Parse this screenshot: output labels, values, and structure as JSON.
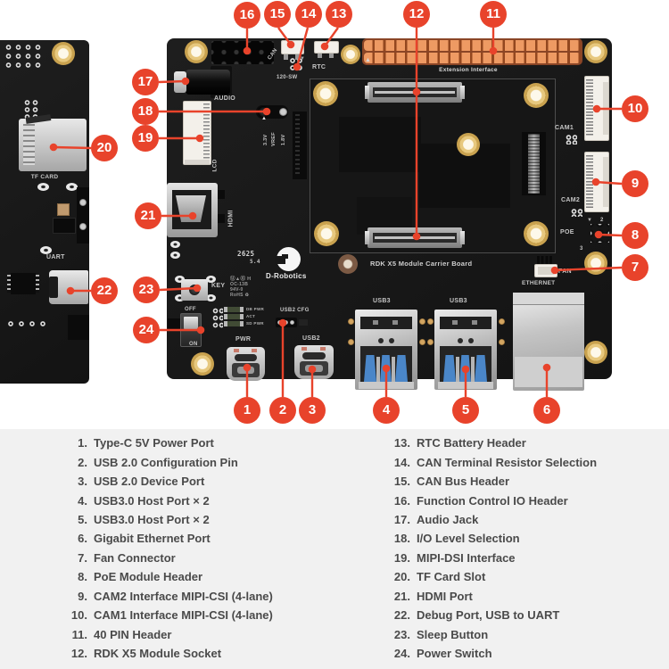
{
  "colors": {
    "accent_red": "#e8432b",
    "board_black": "#181818",
    "header_orange": "#ee9a63",
    "gold": "#c9a24f",
    "usb_blue": "#4a86c8",
    "legend_bg": "#f1f1f1",
    "legend_text": "#4a4a4a"
  },
  "board": {
    "title": "RDK X5 Module Carrier Board",
    "brand": "D-Robotics",
    "silkscreen": {
      "code": "2625",
      "rev": "5.4",
      "can": "CAN",
      "rtc": "RTC",
      "term": "120-SW",
      "audio": "AUDIO",
      "v33": "3.3V",
      "vref": "VREF",
      "v18": "1.8V",
      "lcd": "LCD",
      "hdmi": "HDMI",
      "key": "KEY",
      "off": "OFF",
      "on": "ON",
      "led1": "DB PWR",
      "led2": "ACT",
      "led3": "SD PWR",
      "usb2cfg": "USB2 CFG",
      "pwr": "PWR",
      "usb2": "USB2",
      "usb3_left": "USB3",
      "usb3_right": "USB3",
      "ethernet": "ETHERNET",
      "fan": "FAN",
      "cam1": "CAM1",
      "cam2": "CAM2",
      "poe": "POE",
      "poe_pin2": "2",
      "poe_pin3": "3",
      "extension": "Extension Interface",
      "cert0": "Ⓤ▲Ⓖ H",
      "cert1": "OC-13B",
      "cert2": "94V-0",
      "cert3": "RoHS ♻",
      "tri_down": "▼",
      "tri_up": "▲"
    },
    "left_board": {
      "tf": "TF CARD",
      "uart": "UART"
    }
  },
  "callouts": [
    {
      "num": "1"
    },
    {
      "num": "2"
    },
    {
      "num": "3"
    },
    {
      "num": "4"
    },
    {
      "num": "5"
    },
    {
      "num": "6"
    },
    {
      "num": "7"
    },
    {
      "num": "8"
    },
    {
      "num": "9"
    },
    {
      "num": "10"
    },
    {
      "num": "11"
    },
    {
      "num": "12"
    },
    {
      "num": "13"
    },
    {
      "num": "14"
    },
    {
      "num": "15"
    },
    {
      "num": "16"
    },
    {
      "num": "17"
    },
    {
      "num": "18"
    },
    {
      "num": "19"
    },
    {
      "num": "20"
    },
    {
      "num": "21"
    },
    {
      "num": "22"
    },
    {
      "num": "23"
    },
    {
      "num": "24"
    }
  ],
  "legend": {
    "left": [
      {
        "num": "1.",
        "label": "Type-C 5V Power Port"
      },
      {
        "num": "2.",
        "label": "USB 2.0 Configuration Pin"
      },
      {
        "num": "3.",
        "label": "USB 2.0 Device Port"
      },
      {
        "num": "4.",
        "label": "USB3.0 Host Port × 2"
      },
      {
        "num": "5.",
        "label": "USB3.0 Host Port × 2"
      },
      {
        "num": "6.",
        "label": "Gigabit Ethernet Port"
      },
      {
        "num": "7.",
        "label": "Fan Connector"
      },
      {
        "num": "8.",
        "label": "PoE Module Header"
      },
      {
        "num": "9.",
        "label": "CAM2 Interface MIPI-CSI (4-lane)"
      },
      {
        "num": "10.",
        "label": "CAM1 Interface MIPI-CSI (4-lane)"
      },
      {
        "num": "11.",
        "label": "40 PIN Header"
      },
      {
        "num": "12.",
        "label": "RDK X5 Module Socket"
      }
    ],
    "right": [
      {
        "num": "13.",
        "label": "RTC Battery Header"
      },
      {
        "num": "14.",
        "label": "CAN Terminal Resistor Selection"
      },
      {
        "num": "15.",
        "label": "CAN Bus Header"
      },
      {
        "num": "16.",
        "label": "Function Control IO Header"
      },
      {
        "num": "17.",
        "label": "Audio Jack"
      },
      {
        "num": "18.",
        "label": "I/O Level Selection"
      },
      {
        "num": "19.",
        "label": "MIPI-DSI Interface"
      },
      {
        "num": "20.",
        "label": "TF Card Slot"
      },
      {
        "num": "21.",
        "label": "HDMI Port"
      },
      {
        "num": "22.",
        "label": "Debug Port, USB to UART"
      },
      {
        "num": "23.",
        "label": "Sleep Button"
      },
      {
        "num": "24.",
        "label": "Power Switch"
      }
    ]
  }
}
